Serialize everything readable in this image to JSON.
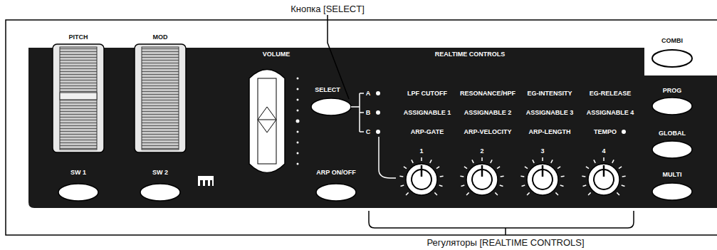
{
  "diagram": {
    "labels": [
      "Кнопка [SELECT]",
      "PITCH",
      "MOD",
      "VOLUME",
      "REALTIME CONTROLS",
      "COMBI",
      "SELECT",
      "A",
      "LPF CUTOFF",
      "RESONANCE/HPF",
      "EG-INTENSITY",
      "EG-RELEASE",
      "PROG",
      "B",
      "ASSIGNABLE 1",
      "ASSIGNABLE 2",
      "ASSIGNABLE 3",
      "ASSIGNABLE 4",
      "C",
      "ARP-GATE",
      "ARP-VELOCITY",
      "ARP-LENGTH",
      "TEMPO",
      "GLOBAL",
      "1",
      "2",
      "3",
      "4",
      "SW 1",
      "SW 2",
      "ARP ON/OFF",
      "MULTI",
      "Регуляторы [REALTIME CONTROLS]"
    ]
  }
}
